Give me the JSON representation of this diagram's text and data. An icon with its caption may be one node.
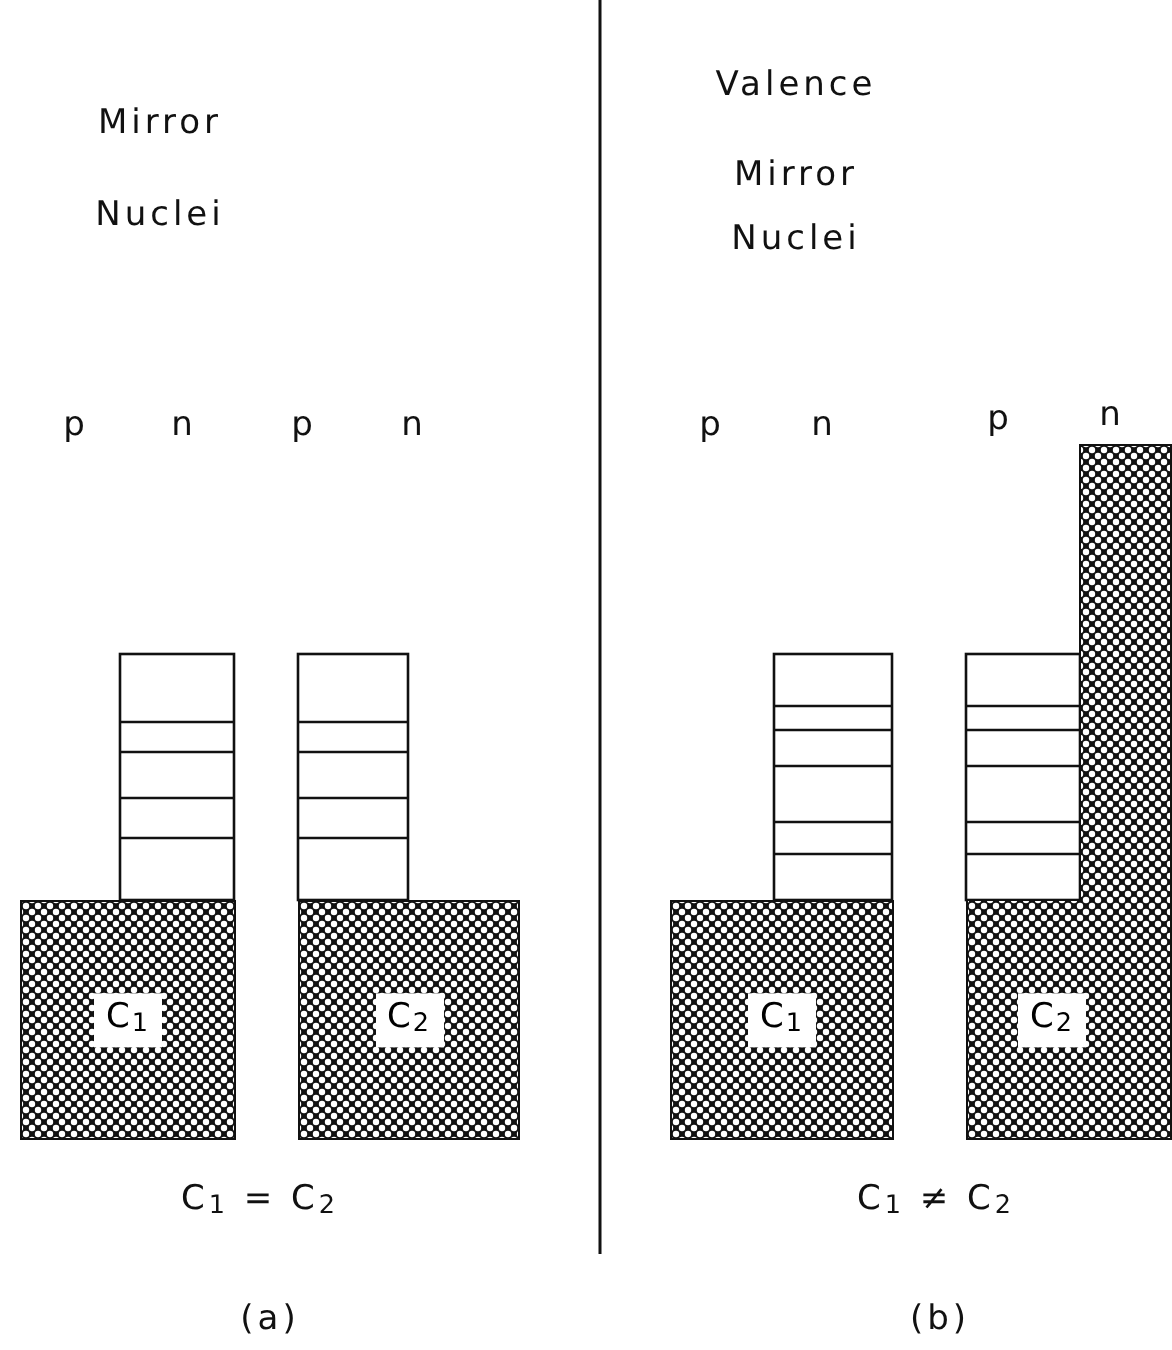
{
  "diagram": {
    "nodes": [
      {
        "text": [
          "C$_{1}$"
        ]
      },
      {
        "text": [
          "C$_{2}$"
        ]
      },
      {
        "text": [
          "C$_{1}$"
        ]
      },
      {
        "text": [
          "C$_{2}$"
        ]
      }
    ],
    "labels": [
      "Mirror",
      "Nuclei",
      "p",
      "n",
      "p",
      "n",
      "C$_{1}$ = C$_{2}$",
      "(a)",
      "Valence",
      "Mirror",
      "Nuclei",
      "p",
      "n",
      "p",
      "n",
      "C$_{1}$ ≠ C$_{2}$",
      "(b)"
    ]
  }
}
